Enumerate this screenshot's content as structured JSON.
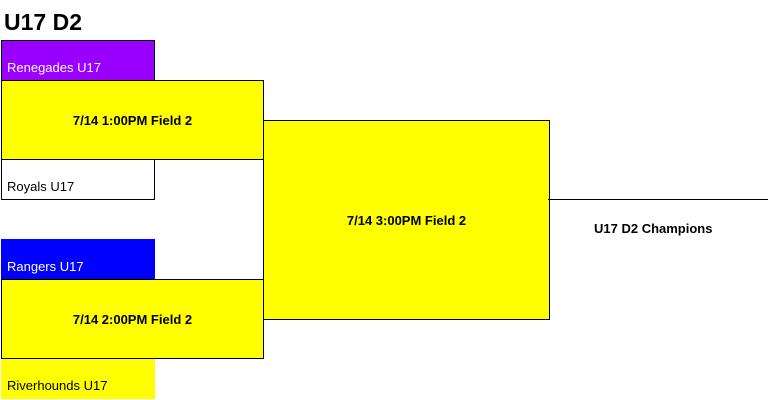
{
  "bracket": {
    "title": "U17 D2",
    "teams": [
      {
        "name": "Renegades U17",
        "color": "#9900ff",
        "text_color": "#ffffff"
      },
      {
        "name": "Royals U17",
        "color": "#ffffff",
        "text_color": "#000000"
      },
      {
        "name": "Rangers U17",
        "color": "#0000ff",
        "text_color": "#ffffff"
      },
      {
        "name": "Riverhounds U17",
        "color": "#ffff00",
        "text_color": "#000000"
      }
    ],
    "games": [
      {
        "label": "7/14 1:00PM Field 2"
      },
      {
        "label": "7/14 2:00PM Field 2"
      },
      {
        "label": "7/14 3:00PM Field 2"
      }
    ],
    "champion_label": "U17 D2 Champions",
    "game_color": "#ffff00"
  }
}
